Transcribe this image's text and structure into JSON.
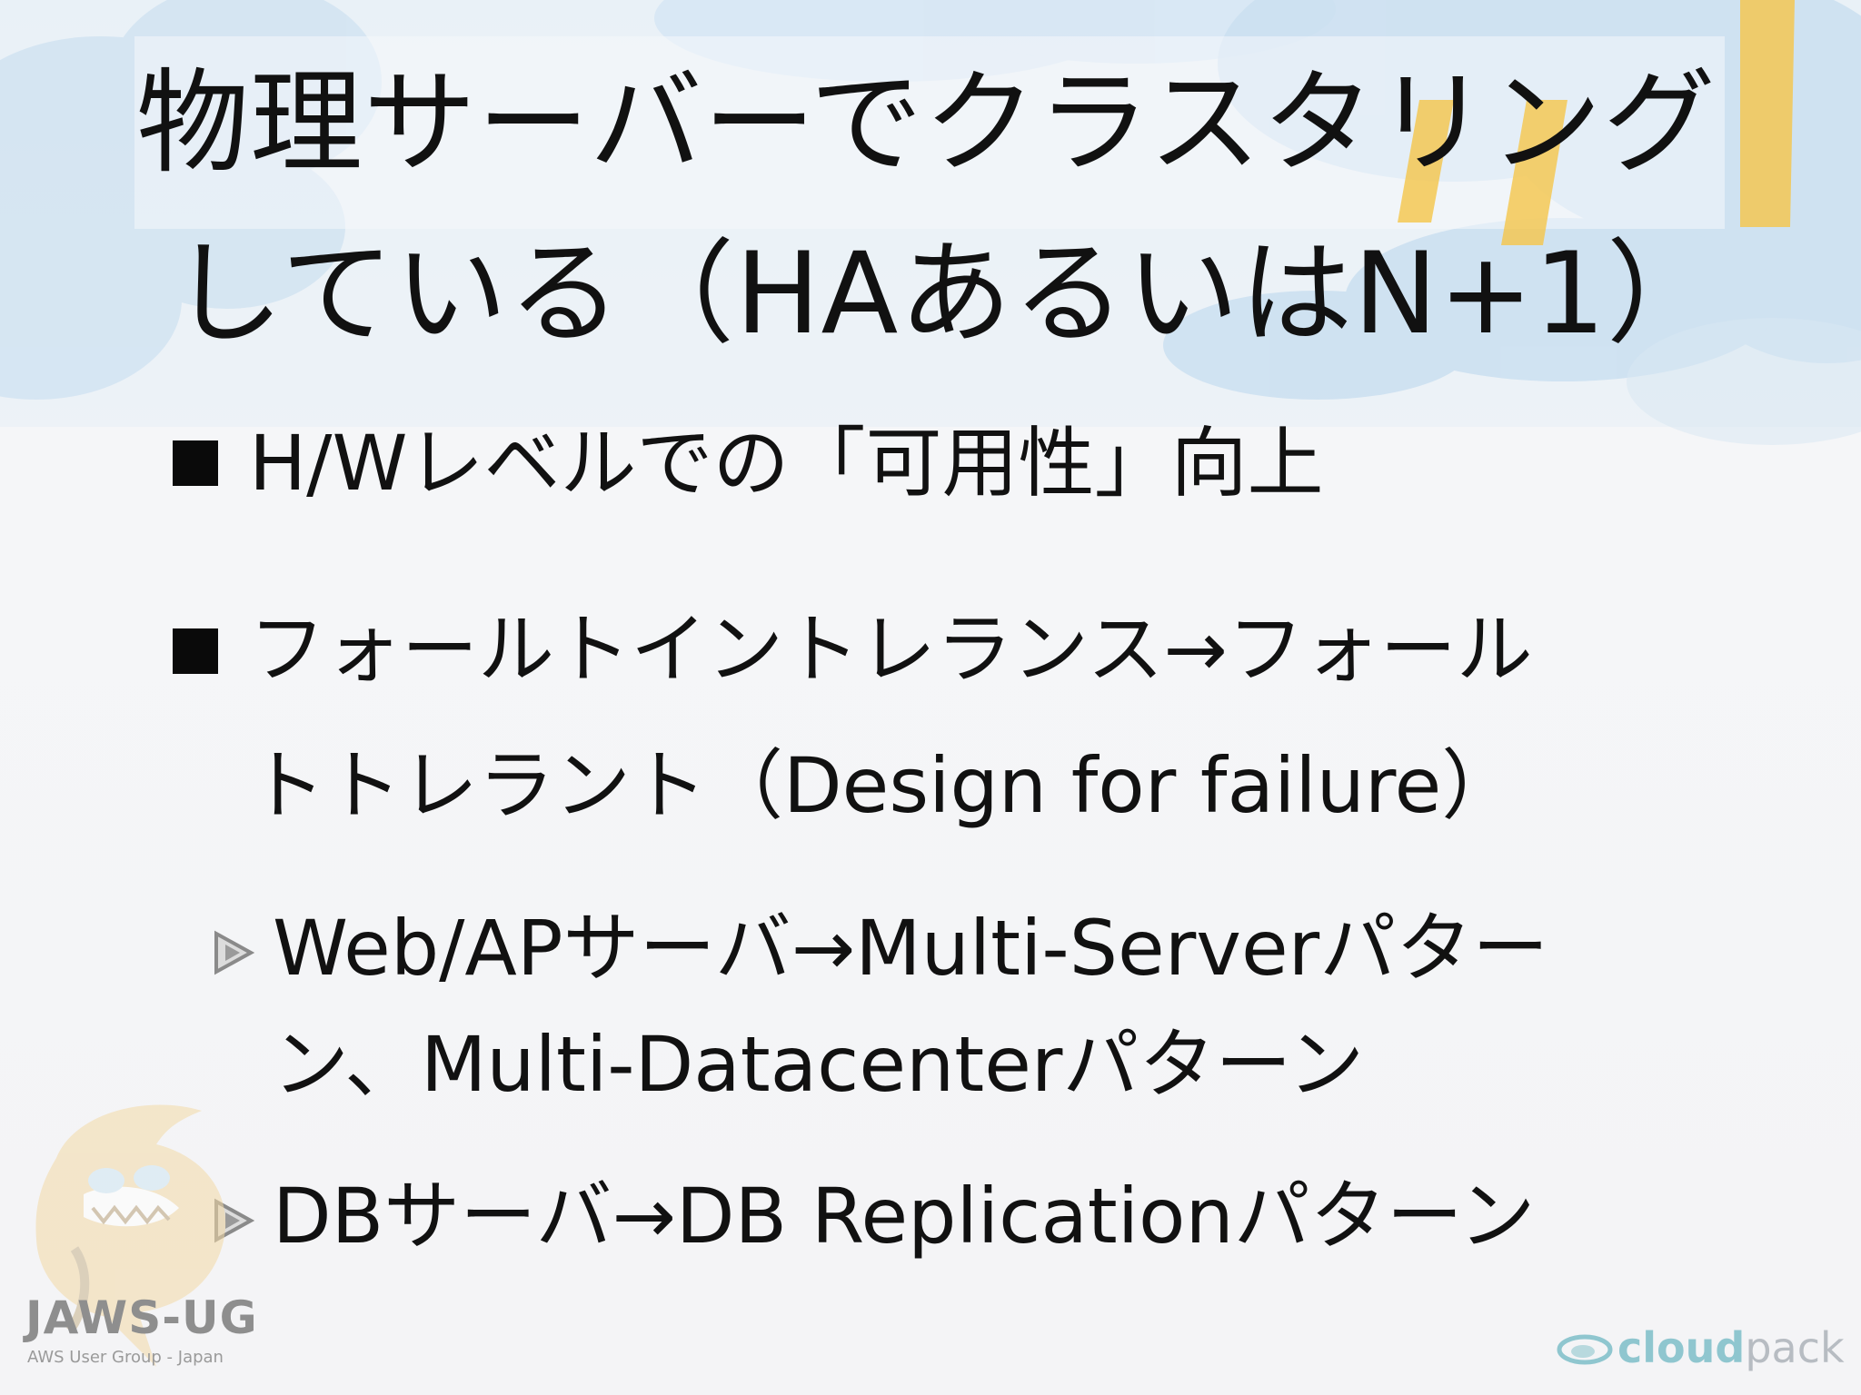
{
  "slide": {
    "title": {
      "line1": "物理サーバーでクラスタリング",
      "line2": "している（HAあるいはN+1）"
    },
    "bullets": [
      {
        "text": "H/Wレベルでの「可用性」向上"
      },
      {
        "line1": "フォールトイントレランス→フォール",
        "line2": "トトレラント（Design for failure）"
      }
    ],
    "sub_bullets": [
      {
        "line1": "Web/APサーバ→Multi-Serverパター",
        "line2": "ン、Multi-Datacenterパターン"
      },
      {
        "text": "DBサーバ→DB Replicationパターン"
      }
    ]
  },
  "logos": {
    "jaws_name": "JAWS-UG",
    "jaws_tagline": "AWS User Group - Japan",
    "cloudpack_bold": "cloud",
    "cloudpack_light": "pack"
  },
  "colors": {
    "text": "#111111",
    "sky": "#cfe3f2",
    "sunbeam": "#f5c64a",
    "cloudpack_accent": "#8fc6cf",
    "logo_gray": "#8e8e8e"
  }
}
